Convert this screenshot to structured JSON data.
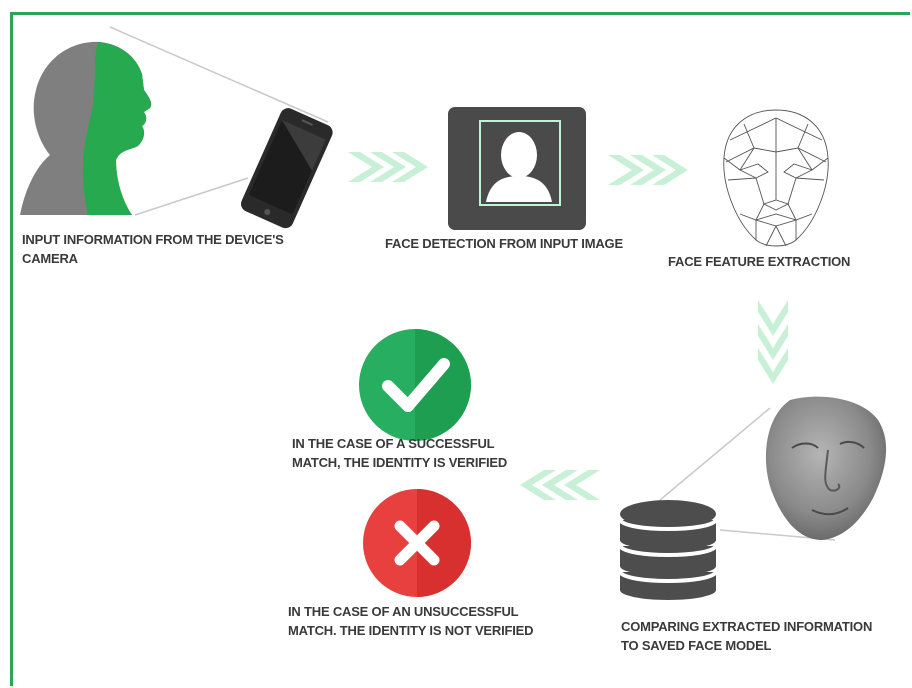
{
  "colors": {
    "frame": "#2fa35a",
    "arrow": "#c7f0d6",
    "silhouette_gray": "#7f7f7f",
    "silhouette_green": "#26a94f",
    "detect_box": "#4a4a4a",
    "detect_frame": "#bff3d5",
    "success": "#27ae60",
    "failure": "#e8403e",
    "database": "#4d4d4d",
    "label_text": "#3a3a3a"
  },
  "icons": [
    "head-silhouette-icon",
    "smartphone-icon",
    "face-detection-icon",
    "face-mesh-icon",
    "face-3d-model-icon",
    "database-icon",
    "check-circle-icon",
    "cross-circle-icon",
    "double-chevron-arrow-icon"
  ],
  "steps": {
    "input": {
      "line1": "INPUT INFORMATION FROM THE DEVICE'S",
      "line2": "CAMERA"
    },
    "detection": {
      "line1": "FACE DETECTION FROM INPUT IMAGE"
    },
    "extraction": {
      "line1": "FACE FEATURE EXTRACTION"
    },
    "compare": {
      "line1": "COMPARING EXTRACTED INFORMATION",
      "line2": "TO SAVED FACE MODEL"
    },
    "success": {
      "line1": "IN THE CASE OF A SUCCESSFUL",
      "line2": "MATCH, THE IDENTITY IS VERIFIED"
    },
    "failure": {
      "line1": "IN THE CASE OF AN UNSUCCESSFUL",
      "line2": "MATCH. THE IDENTITY IS NOT VERIFIED"
    }
  }
}
